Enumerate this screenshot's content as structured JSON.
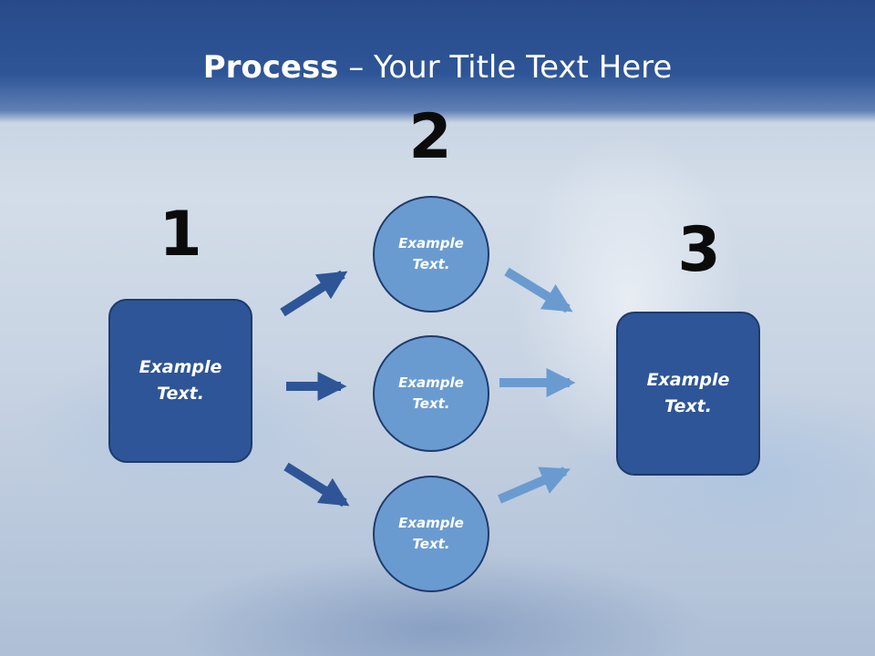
{
  "title": {
    "bold": "Process",
    "rest": " – Your Title Text Here"
  },
  "steps": [
    {
      "number": "1",
      "line1": "Example",
      "line2": "Text."
    },
    {
      "number": "2"
    },
    {
      "number": "3",
      "line1": "Example",
      "line2": "Text."
    }
  ],
  "circles": [
    {
      "line1": "Example",
      "line2": "Text."
    },
    {
      "line1": "Example",
      "line2": "Text."
    },
    {
      "line1": "Example",
      "line2": "Text."
    }
  ],
  "colors": {
    "header": "#2e5597",
    "box_fill": "#2e5597",
    "circle_fill": "#6a9bd0",
    "arrow_dark": "#2e5597",
    "arrow_light": "#6a9bd0"
  }
}
